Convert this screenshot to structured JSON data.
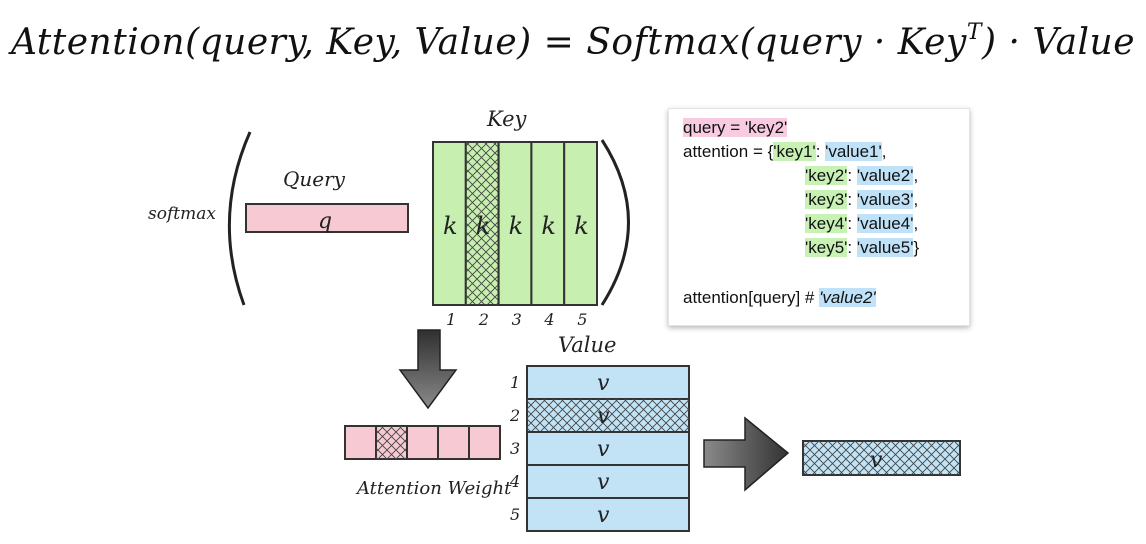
{
  "formula": {
    "lhs": "Attention(query, Key, Value)",
    "equals": "=",
    "rhs_softmax": "Softmax(query · Key",
    "superscript": "T",
    "rhs_tail": ") · Value"
  },
  "diagram": {
    "softmax_label": "softmax",
    "query_label": "Query",
    "query_vector_label": "q",
    "key_label": "Key",
    "key_columns": [
      "k",
      "k",
      "k",
      "k",
      "k"
    ],
    "key_indices": [
      "1",
      "2",
      "3",
      "4",
      "5"
    ],
    "value_label": "Value",
    "value_rows": [
      "v",
      "v",
      "v",
      "v",
      "v"
    ],
    "value_indices": [
      "1",
      "2",
      "3",
      "4",
      "5"
    ],
    "attention_weight_label": "Attention Weight",
    "output_label": "v",
    "selected_index": 2,
    "colors": {
      "query": "#f6c9d3",
      "key": "#c6efb0",
      "value": "#c2e3f5"
    }
  },
  "code": {
    "line1": "query = 'key2'",
    "line2_prefix": "attention = {",
    "entries": [
      {
        "key": "'key1'",
        "value": "'value1'",
        "end": ","
      },
      {
        "key": "'key2'",
        "value": "'value2'",
        "end": ","
      },
      {
        "key": "'key3'",
        "value": "'value3'",
        "end": ","
      },
      {
        "key": "'key4'",
        "value": "'value4'",
        "end": ","
      },
      {
        "key": "'key5'",
        "value": "'value5'",
        "end": "}"
      }
    ],
    "separator": ": ",
    "lookup_expr": "attention[query] # ",
    "lookup_result": "'value2'"
  }
}
